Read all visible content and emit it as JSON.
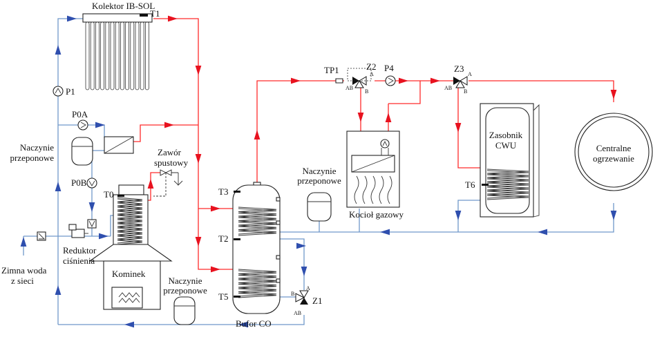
{
  "colors": {
    "hot_line": "#ff2a2a",
    "cold_line": "#6f98c9",
    "arrow_hot": "#e8121f",
    "arrow_cold": "#2f4fae",
    "sensor": "#111111"
  },
  "labels": {
    "collector": "Kolektor IB-SOL",
    "t1": "T1",
    "p1": "P1",
    "p0a": "P0A",
    "p0b": "P0B",
    "expansion_left": [
      "Naczynie",
      "przeponowe"
    ],
    "drain_valve": [
      "Zawór",
      "spustowy"
    ],
    "t0": "T0",
    "pressure_reducer": [
      "Reduktor",
      "ciśnienia"
    ],
    "cold_water": [
      "Zimna woda",
      "z sieci"
    ],
    "fireplace": "Kominek",
    "expansion_bottom": [
      "Naczynie",
      "przeponowe"
    ],
    "t3": "T3",
    "t2": "T2",
    "t5": "T5",
    "buffer": "Bufor CO",
    "z1": "Z1",
    "expansion_mid": [
      "Naczynie",
      "przeponowe"
    ],
    "tp1": "TP1",
    "z2": "Z2",
    "p4": "P4",
    "gas_boiler": "Kocioł gazowy",
    "z3": "Z3",
    "dhw_tank": [
      "Zasobnik",
      "CWU"
    ],
    "t6": "T6",
    "central_heating": [
      "Centralne",
      "ogrzewanie"
    ],
    "port_a": "A",
    "port_b": "B",
    "port_ab": "AB"
  }
}
